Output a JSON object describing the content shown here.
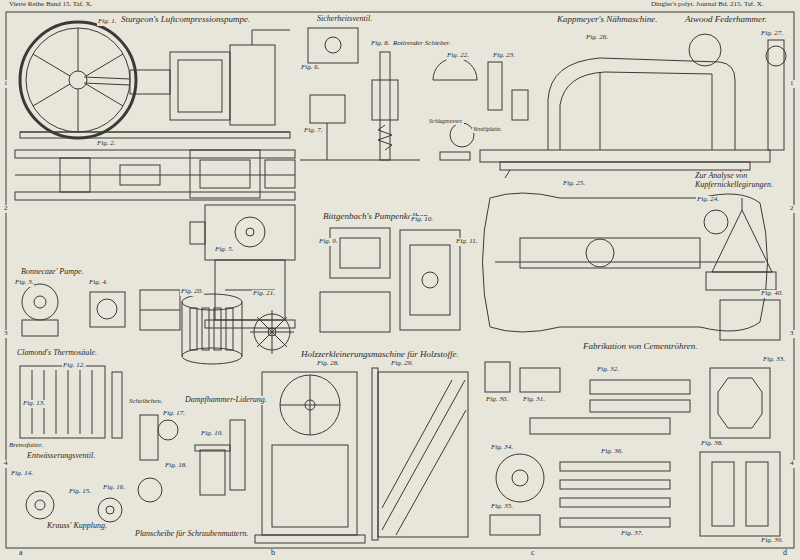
{
  "diagram": {
    "labels": [
      "Vierte Reihe Band 15. Taf. X.",
      "Dingler's polyt. Journal Bd. 215. Taf. X.",
      "Sturgeon's Luftcompressionspumpe.",
      "Sicherheitsventil.",
      "Kappmeyer's Nähmaschine.",
      "Atwood Federhammer.",
      "Rotirender Schieber.",
      "Bittgenbach's Pumpenkolben.",
      "Zur Analyse von Kupfernickellegirungen.",
      "Bonnecaze' Pumpe.",
      "Clamond's Thermosäule.",
      "Holzzerkleinerungsmaschine für Holzstoffe.",
      "Fabrikation von Cementröhren.",
      "Scheibchen.",
      "Dampfhammer-Liderung.",
      "Bremsfutter.",
      "Entwässerungsventil.",
      "Planscheibe für Schraubenmuttern.",
      "Krauss' Kupplung.",
      "Schlagmesser.",
      "Ventilplatte.",
      "Fig. 1.",
      "Fig. 2.",
      "Fig. 3.",
      "Fig. 4.",
      "Fig. 5.",
      "Fig. 6.",
      "Fig. 7.",
      "Fig. 8.",
      "Fig. 9.",
      "Fig. 10.",
      "Fig. 11.",
      "Fig. 12.",
      "Fig. 13.",
      "Fig. 14.",
      "Fig. 15.",
      "Fig. 16.",
      "Fig. 17.",
      "Fig. 18.",
      "Fig. 19.",
      "Fig. 20.",
      "Fig. 21.",
      "Fig. 22.",
      "Fig. 23.",
      "Fig. 24.",
      "Fig. 25.",
      "Fig. 26.",
      "Fig. 27.",
      "Fig. 28.",
      "Fig. 29.",
      "Fig. 30.",
      "Fig. 31.",
      "Fig. 32.",
      "Fig. 33.",
      "Fig. 34.",
      "Fig. 35.",
      "Fig. 36.",
      "Fig. 37.",
      "Fig. 38.",
      "Fig. 39.",
      "Fig. 40.",
      "a",
      "b",
      "c",
      "d",
      "1",
      "2",
      "3",
      "4",
      "1",
      "2",
      "3",
      "4"
    ]
  }
}
